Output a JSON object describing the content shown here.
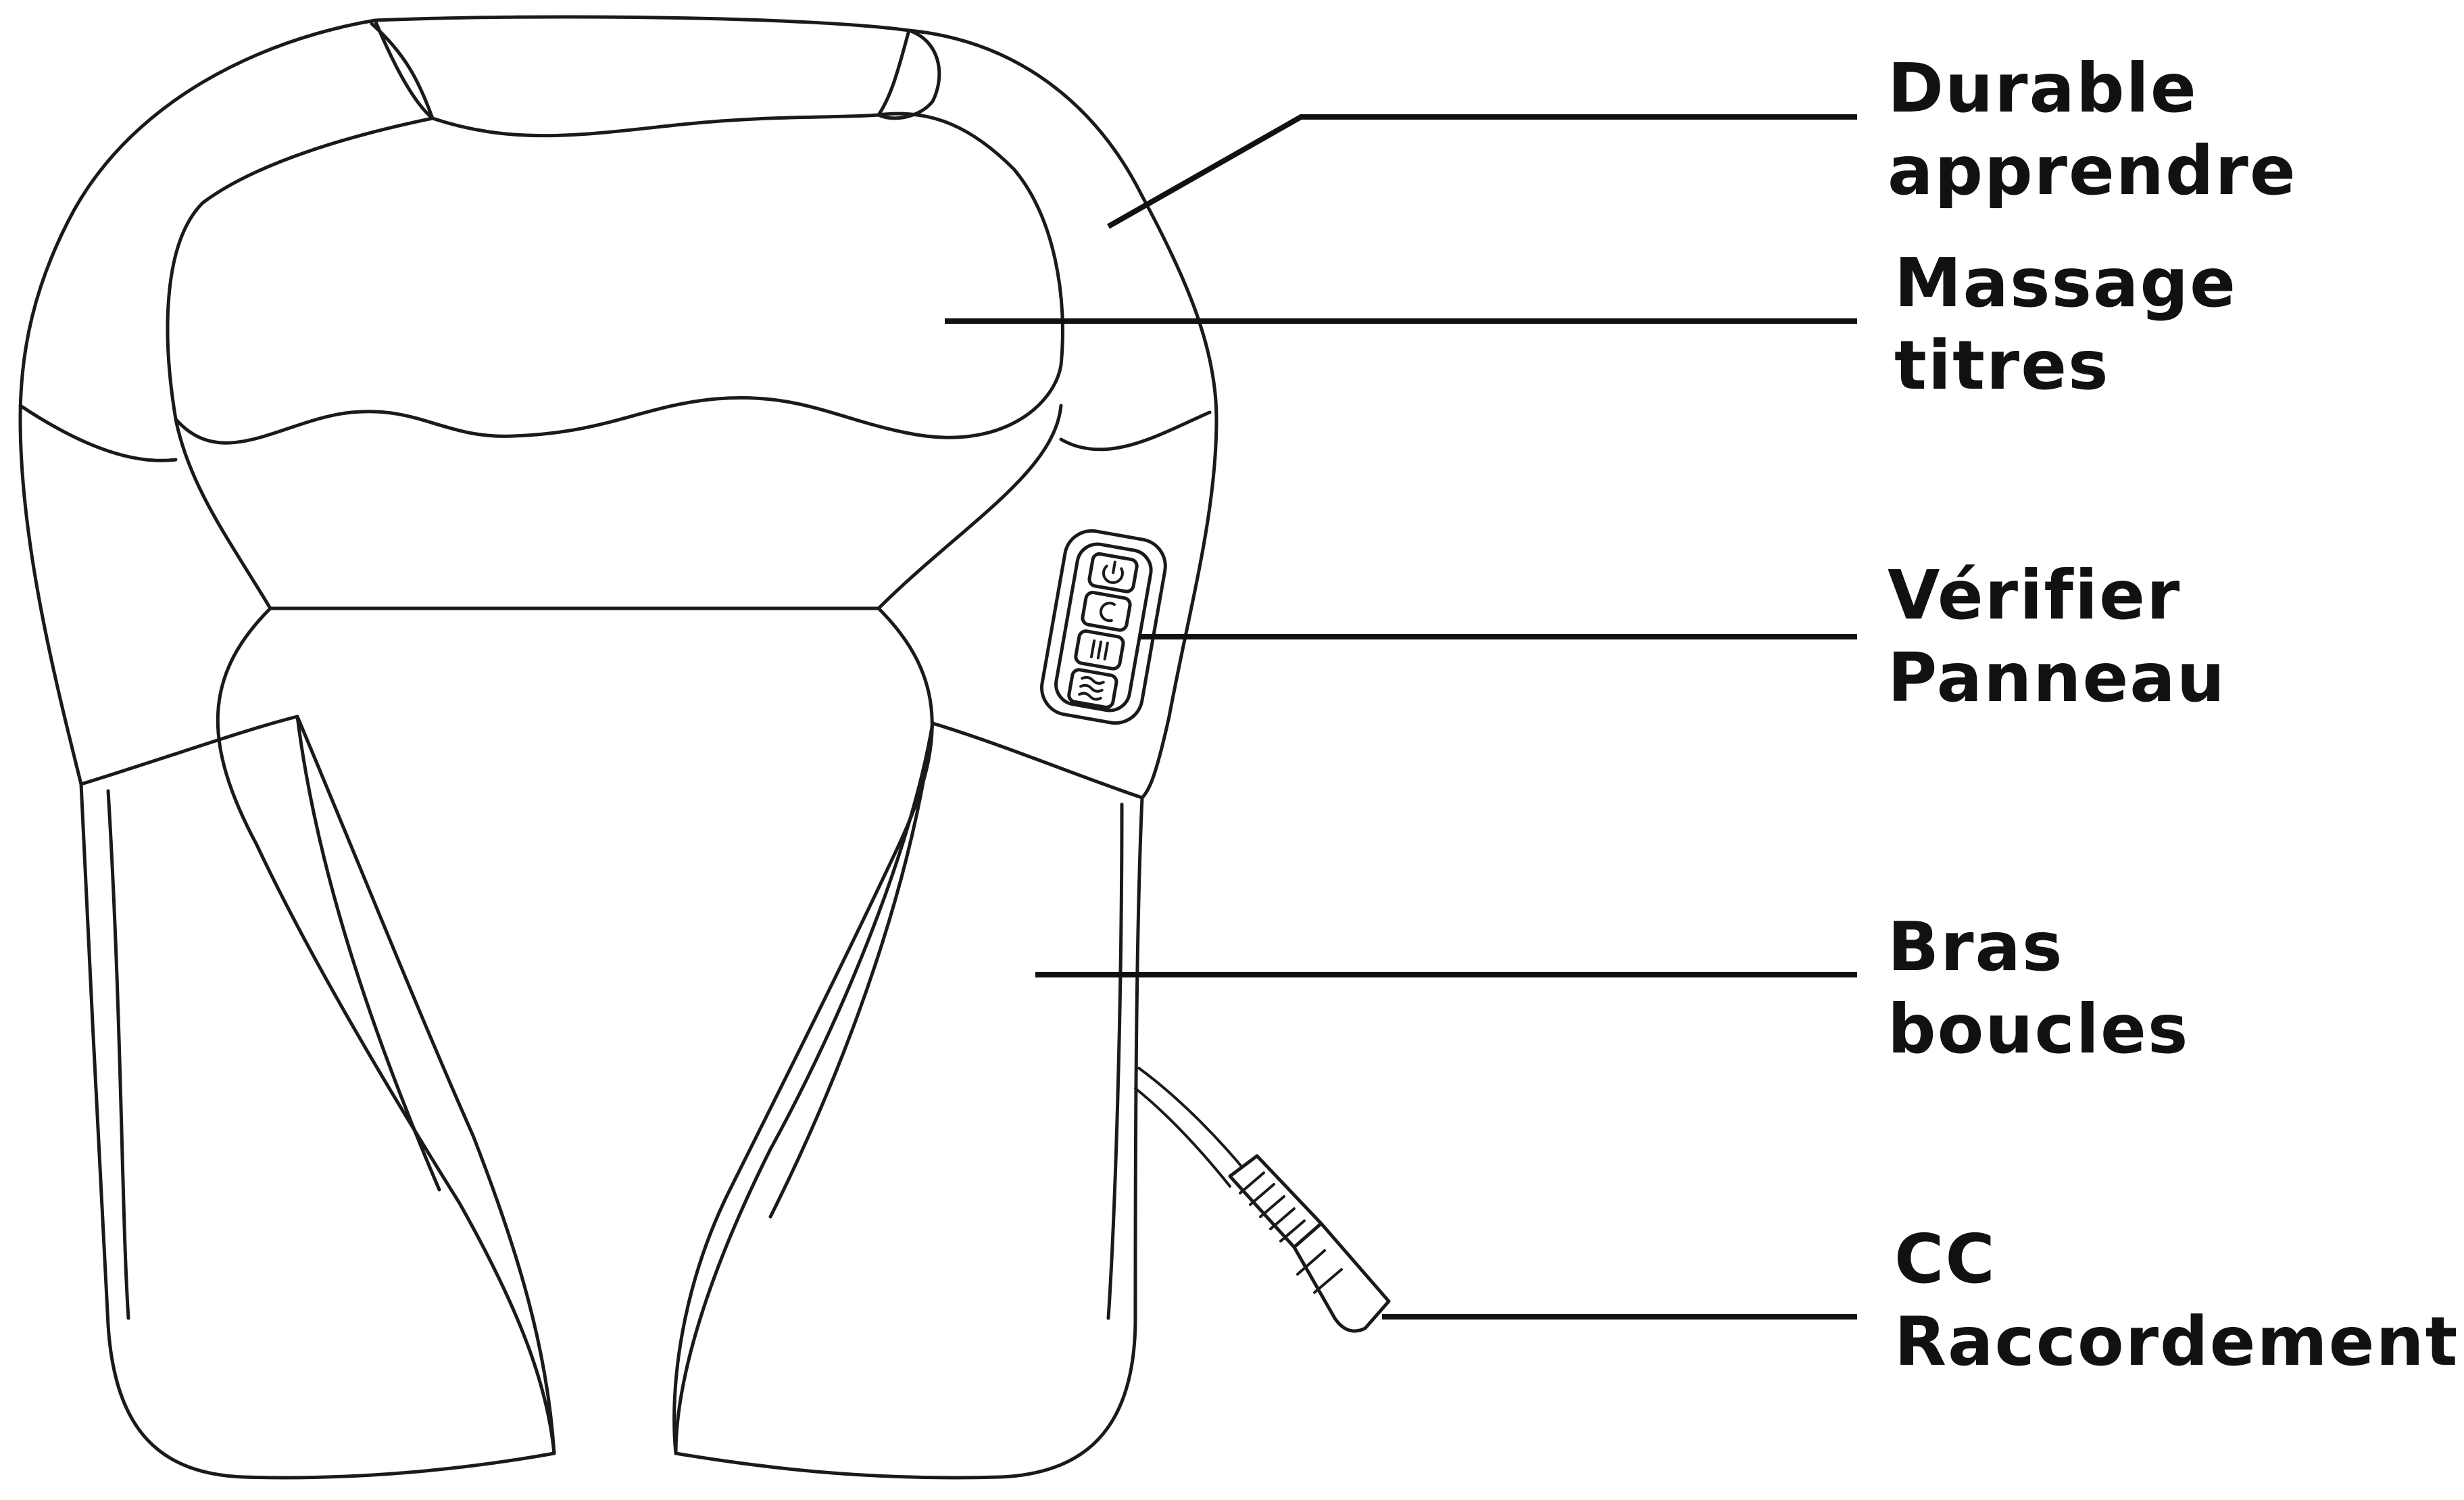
{
  "callouts": [
    {
      "id": "durable",
      "line1": "Durable",
      "line2": "apprendre"
    },
    {
      "id": "massage",
      "line1": "Massage",
      "line2": "titres"
    },
    {
      "id": "verifier",
      "line1": "Vérifier",
      "line2": "Panneau"
    },
    {
      "id": "bras",
      "line1": "Bras",
      "line2": "boucles"
    },
    {
      "id": "cc",
      "line1": "CC",
      "line2": "Raccordement"
    }
  ],
  "colors": {
    "line": "#111111",
    "background": "#ffffff"
  },
  "icons": [
    "power-icon",
    "mode-icon",
    "speed-icon",
    "heat-icon"
  ]
}
